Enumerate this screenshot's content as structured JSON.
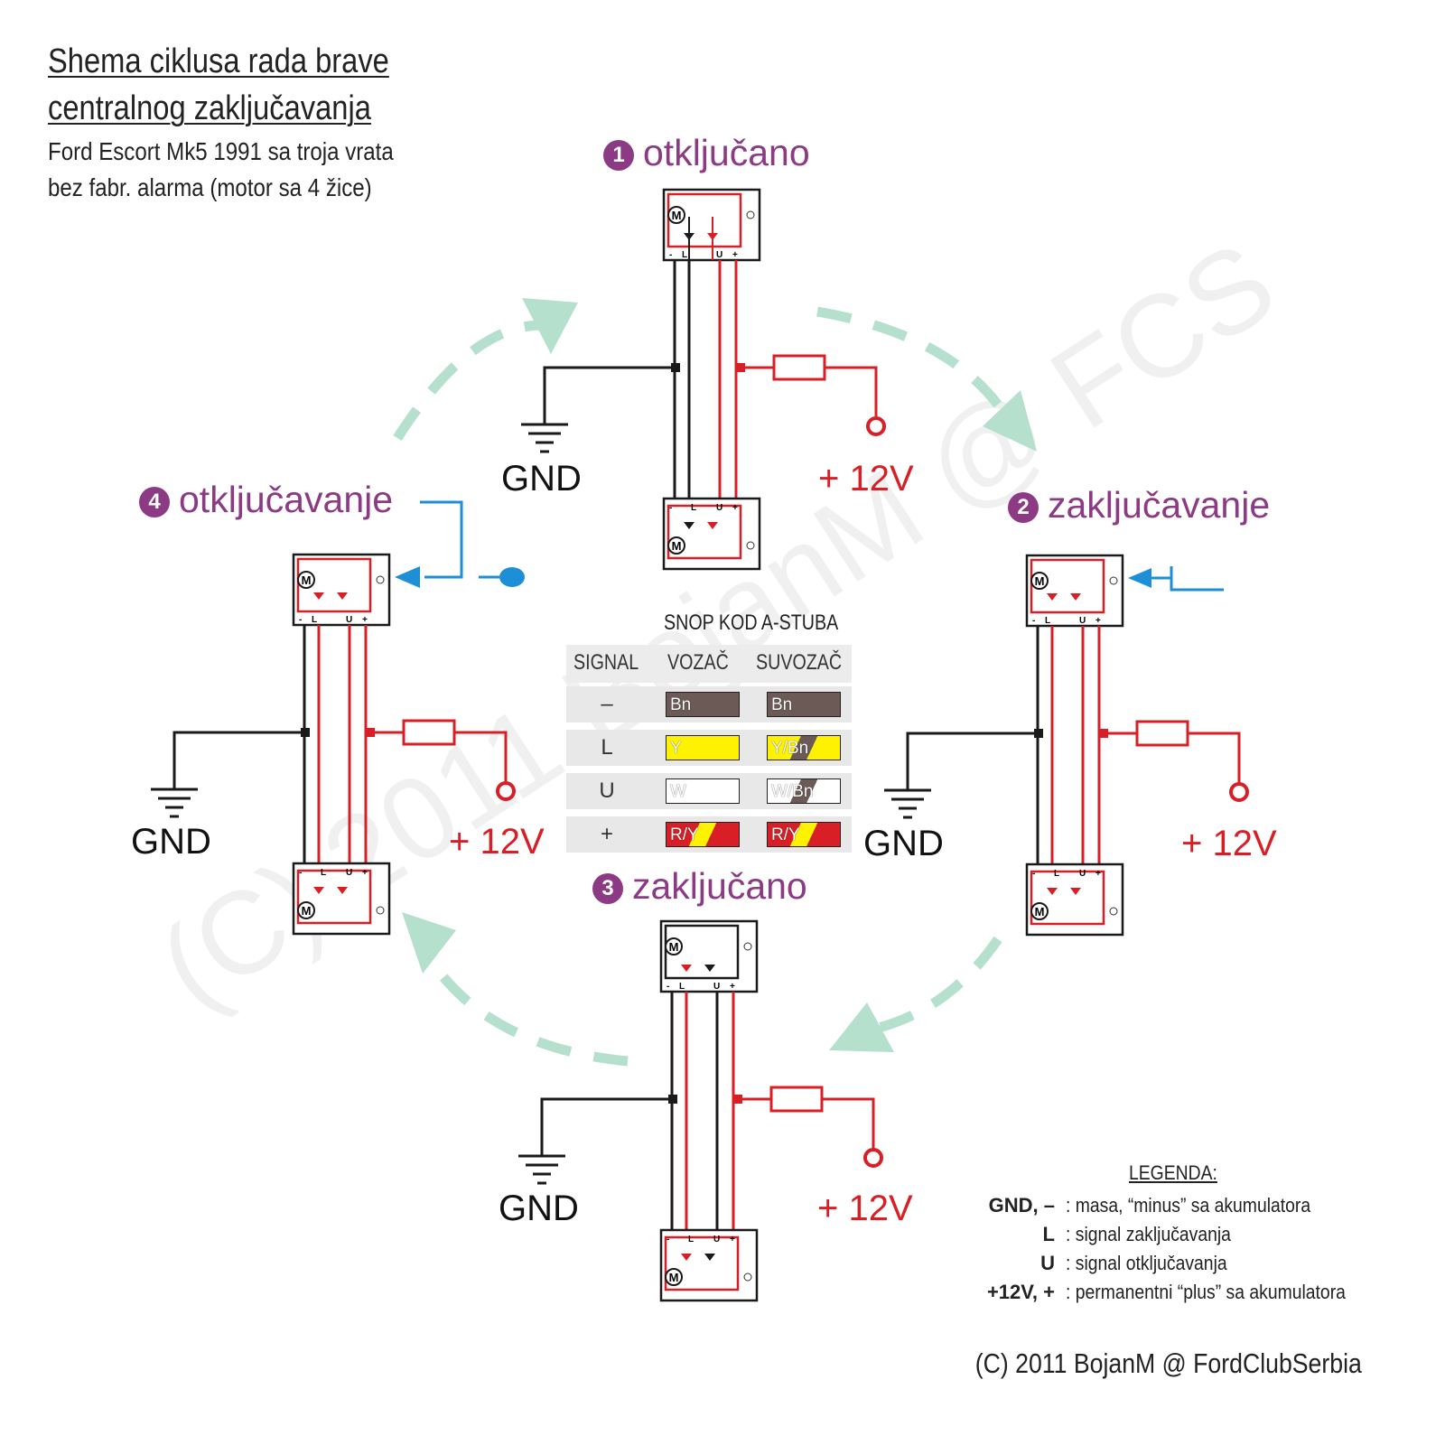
{
  "header": {
    "title_line1": "Shema ciklusa rada brave",
    "title_line2": "centralnog zaključavanja",
    "subtitle_line1": "Ford Escort Mk5 1991 sa troja vrata",
    "subtitle_line2": "bez fabr. alarma (motor sa 4 žice)"
  },
  "stages": [
    {
      "num": "1",
      "label": "otključano"
    },
    {
      "num": "2",
      "label": "zaključavanje"
    },
    {
      "num": "3",
      "label": "zaključano"
    },
    {
      "num": "4",
      "label": "otključavanje"
    }
  ],
  "circuit": {
    "gnd_label": "GND",
    "plus_label": "+ 12V",
    "connector_pins": [
      "-",
      "L",
      "U",
      "+"
    ],
    "motor_label": "M"
  },
  "harness": {
    "caption": "SNOP KOD A-STUBA",
    "headers": [
      "SIGNAL",
      "VOZAČ",
      "SUVOZAČ"
    ],
    "rows": [
      {
        "signal": "–",
        "driver": "Bn",
        "passenger": "Bn"
      },
      {
        "signal": "L",
        "driver": "Y",
        "passenger": "Y/Bn"
      },
      {
        "signal": "U",
        "driver": "W",
        "passenger": "W/Bn"
      },
      {
        "signal": "+",
        "driver": "R/Y",
        "passenger": "R/Y"
      }
    ]
  },
  "legend": {
    "title": "LEGENDA:",
    "items": [
      {
        "key": "GND, –",
        "value": ": masa, “minus” sa akumulatora"
      },
      {
        "key": "L",
        "value": ": signal zaključavanja"
      },
      {
        "key": "U",
        "value": ": signal otključavanja"
      },
      {
        "key": "+12V, +",
        "value": ": permanentni “plus” sa akumulatora"
      }
    ]
  },
  "copyright": "(C) 2011 BojanM @ FordClubSerbia",
  "watermark": "(C) 2011 BojanM @ FCS",
  "colors": {
    "stage": "#8b3a83",
    "wire_red": "#d81f26",
    "wire_black": "#1a1a1a",
    "signal_blue": "#1e8fd6",
    "cycle_arrow": "#b4e0cd",
    "brown": "#6b5a55",
    "yellow": "#fff200"
  }
}
